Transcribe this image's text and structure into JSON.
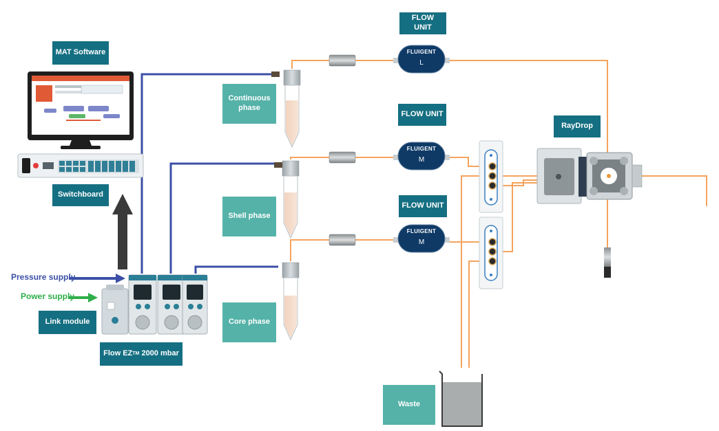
{
  "labels": {
    "mat_software": "MAT Software",
    "switchboard": "Switchboard",
    "pressure_supply": "Pressure supply",
    "power_supply": "Power supply",
    "link_module": "Link module",
    "flow_ez_prefix": "Flow EZ",
    "flow_ez_tm": "TM",
    "flow_ez_suffix": " 2000 mbar",
    "flow_unit_1": "FLOW UNIT",
    "flow_unit_2": "FLOW UNIT",
    "flow_unit_3": "FLOW UNIT",
    "continuous_phase": "Continuous phase",
    "shell_phase": "Shell phase",
    "core_phase": "Core phase",
    "raydrop": "RayDrop",
    "waste": "Waste"
  },
  "flow_units": {
    "brand": "FLUIGENT",
    "unit_1_size": "L",
    "unit_2_size": "M",
    "unit_3_size": "M"
  },
  "colors": {
    "label_dark": "#156f82",
    "label_light": "#55b2a8",
    "tubing": "#f5a35c",
    "pressure_line": "#3b4fa6",
    "power_arrow": "#2fae4a",
    "pressure_text": "#3b4fa6",
    "power_text": "#2fae4a"
  }
}
